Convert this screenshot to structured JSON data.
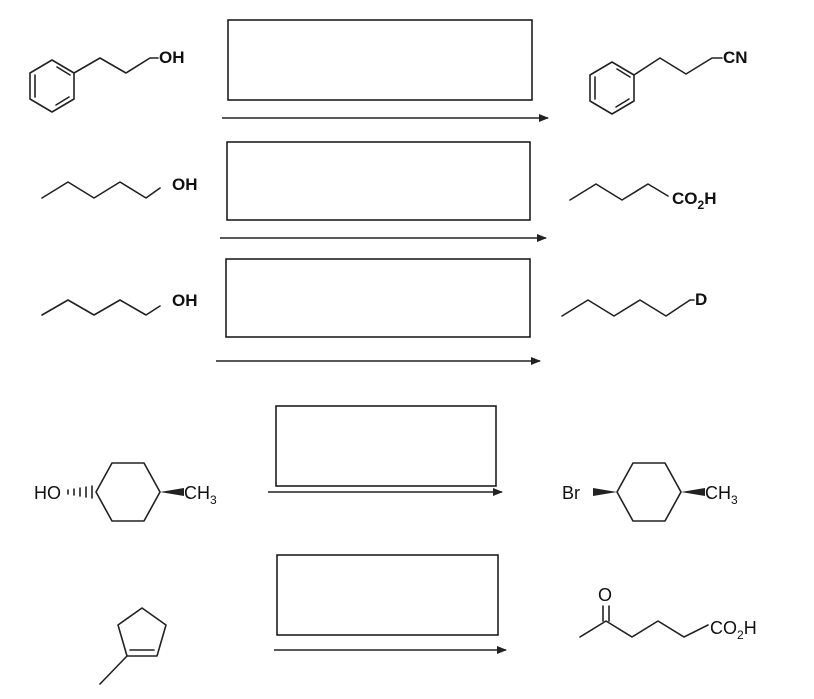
{
  "reactions": [
    {
      "reactant": {
        "oh": "OH"
      },
      "product": {
        "group": "CN"
      }
    },
    {
      "reactant": {
        "oh": "OH"
      },
      "product": {
        "co": "CO",
        "sub": "2",
        "h": "H"
      }
    },
    {
      "reactant": {
        "oh": "OH"
      },
      "product": {
        "group": "D"
      }
    },
    {
      "reactant": {
        "ho": "HO",
        "ch": "CH",
        "sub": "3"
      },
      "product": {
        "br": "Br",
        "ch": "CH",
        "sub": "3"
      }
    },
    {
      "reactant": {},
      "product": {
        "o": "O",
        "co": "CO",
        "sub": "2",
        "h": "H"
      }
    }
  ]
}
